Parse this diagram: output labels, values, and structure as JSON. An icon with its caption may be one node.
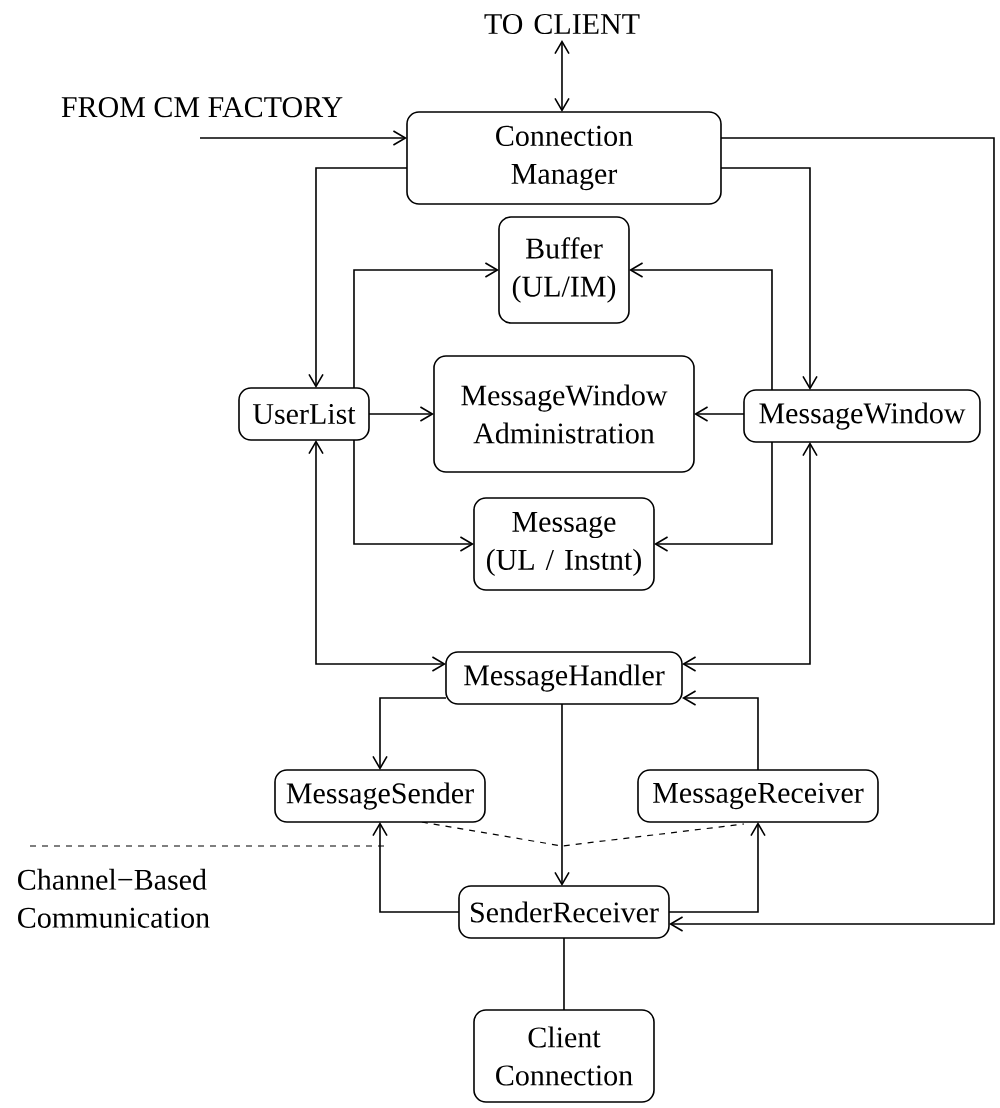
{
  "diagram": {
    "nodes": [
      {
        "text": [
          "TO CLIENT"
        ]
      },
      {
        "text": [
          "Connection Manager"
        ]
      },
      {
        "text": [
          "Buffer",
          "(UL/IM)"
        ]
      },
      {
        "text": [
          "UserList"
        ]
      },
      {
        "text": [
          "MessageWindow Administration"
        ]
      },
      {
        "text": [
          "MessageWindow"
        ]
      },
      {
        "text": [
          "Message",
          "(UL / Instnt)"
        ]
      },
      {
        "text": [
          "MessageHandler"
        ]
      },
      {
        "text": [
          "MessageSender"
        ]
      },
      {
        "text": [
          "MessageReceiver"
        ]
      },
      {
        "text": [
          "SenderReceiver"
        ]
      },
      {
        "text": [
          "Client Connection"
        ]
      }
    ],
    "edges": [
      {
        "from": 0,
        "to": 1,
        "arrow": "both"
      },
      {
        "from": null,
        "to": 1,
        "arrow": "to",
        "label": "FROM CM FACTORY"
      },
      {
        "from": 1,
        "to": 3,
        "arrow": "to"
      },
      {
        "from": 1,
        "to": 5,
        "arrow": "to"
      },
      {
        "from": 1,
        "to": 10,
        "arrow": "to"
      },
      {
        "from": 3,
        "to": 2,
        "arrow": "to"
      },
      {
        "from": 5,
        "to": 2,
        "arrow": "to"
      },
      {
        "from": 3,
        "to": 4,
        "arrow": "to"
      },
      {
        "from": 5,
        "to": 4,
        "arrow": "to"
      },
      {
        "from": 3,
        "to": 6,
        "arrow": "to"
      },
      {
        "from": 5,
        "to": 6,
        "arrow": "to"
      },
      {
        "from": 3,
        "to": 7,
        "arrow": "both"
      },
      {
        "from": 5,
        "to": 7,
        "arrow": "both"
      },
      {
        "from": 7,
        "to": 8,
        "arrow": "to"
      },
      {
        "from": 9,
        "to": 7,
        "arrow": "to"
      },
      {
        "from": 7,
        "to": 10,
        "arrow": "to"
      },
      {
        "from": 10,
        "to": 8,
        "arrow": "to"
      },
      {
        "from": 10,
        "to": 9,
        "arrow": "to"
      },
      {
        "from": 10,
        "to": 11,
        "arrow": "none"
      }
    ],
    "labels": [
      "Channel−Based Communication"
    ]
  }
}
